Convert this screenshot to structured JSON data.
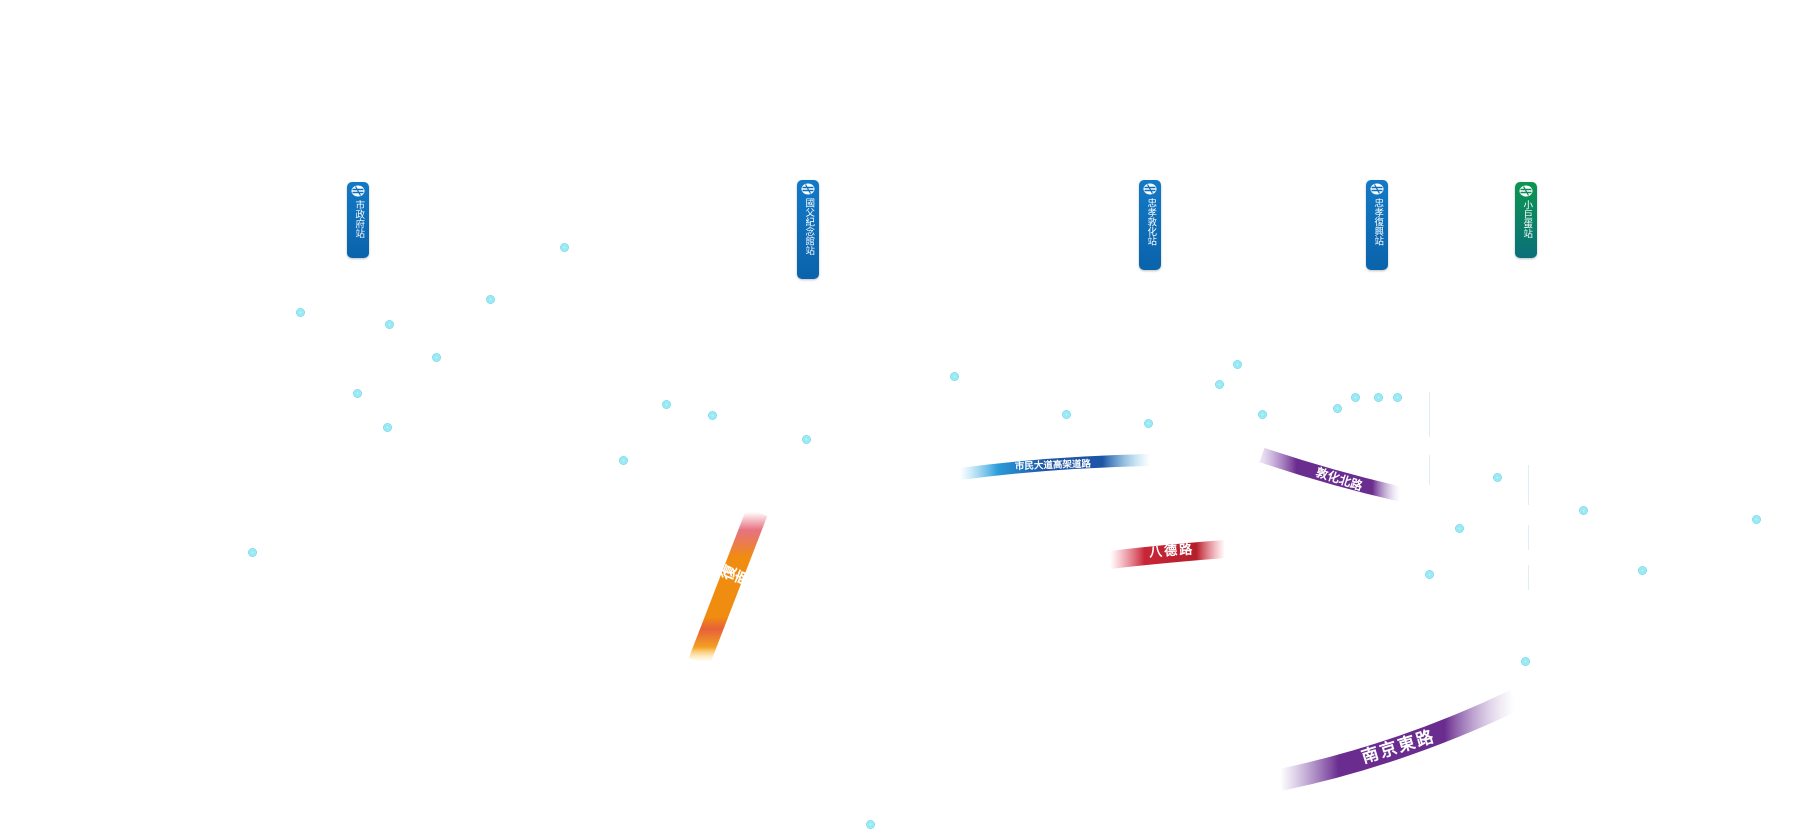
{
  "stations": [
    {
      "id": "shizhengfu",
      "name": "市政府站",
      "color": "#0a6fbd",
      "line": "blue"
    },
    {
      "id": "guofu",
      "name": "國父紀念館站",
      "color": "#0a6fbd",
      "line": "blue"
    },
    {
      "id": "dunhua",
      "name": "忠孝敦化站",
      "color": "#0a6fbd",
      "line": "blue"
    },
    {
      "id": "fuxing",
      "name": "忠孝復興站",
      "color": "#0a6fbd",
      "line": "blue"
    },
    {
      "id": "xiaojudan",
      "name": "小巨蛋站",
      "color": "#0b8a5a",
      "line": "green"
    }
  ],
  "station_icon": "metro-logo-icon",
  "roads": {
    "guangfu": {
      "label": "光復南路",
      "color": "#f08c10"
    },
    "shimin": {
      "label": "市民大道高架道路",
      "color": "#1f55a6"
    },
    "bade": {
      "label": "八德路",
      "color": "#b51e2a"
    },
    "dunhua_north": {
      "label": "敦化北路",
      "color": "#6a2c8f"
    },
    "nanjing": {
      "label": "南京東路",
      "color": "#6a2c8f"
    }
  },
  "poi_markers": {
    "count": 30,
    "color": "#8de6f2",
    "icon": "poi-dot-icon"
  }
}
